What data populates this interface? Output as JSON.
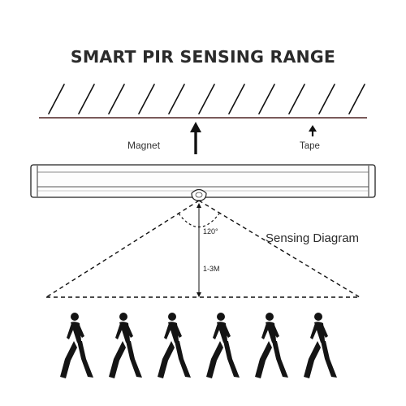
{
  "title": "SMART PIR SENSING RANGE",
  "labels": {
    "magnet": "Magnet",
    "tape": "Tape",
    "sensing_diagram": "Sensing Diagram",
    "angle": "120°",
    "range": "1-3M"
  },
  "icons": {
    "ceiling": "ceiling-hatch",
    "arrow_magnet": "arrow-up-icon",
    "arrow_tape": "arrow-up-icon",
    "lamp": "led-light-bar",
    "sensor": "pir-sensor-icon",
    "person": "walking-person-icon"
  },
  "colors": {
    "ceiling_line": "#7a5a5a",
    "ink": "#1a1a1a"
  }
}
